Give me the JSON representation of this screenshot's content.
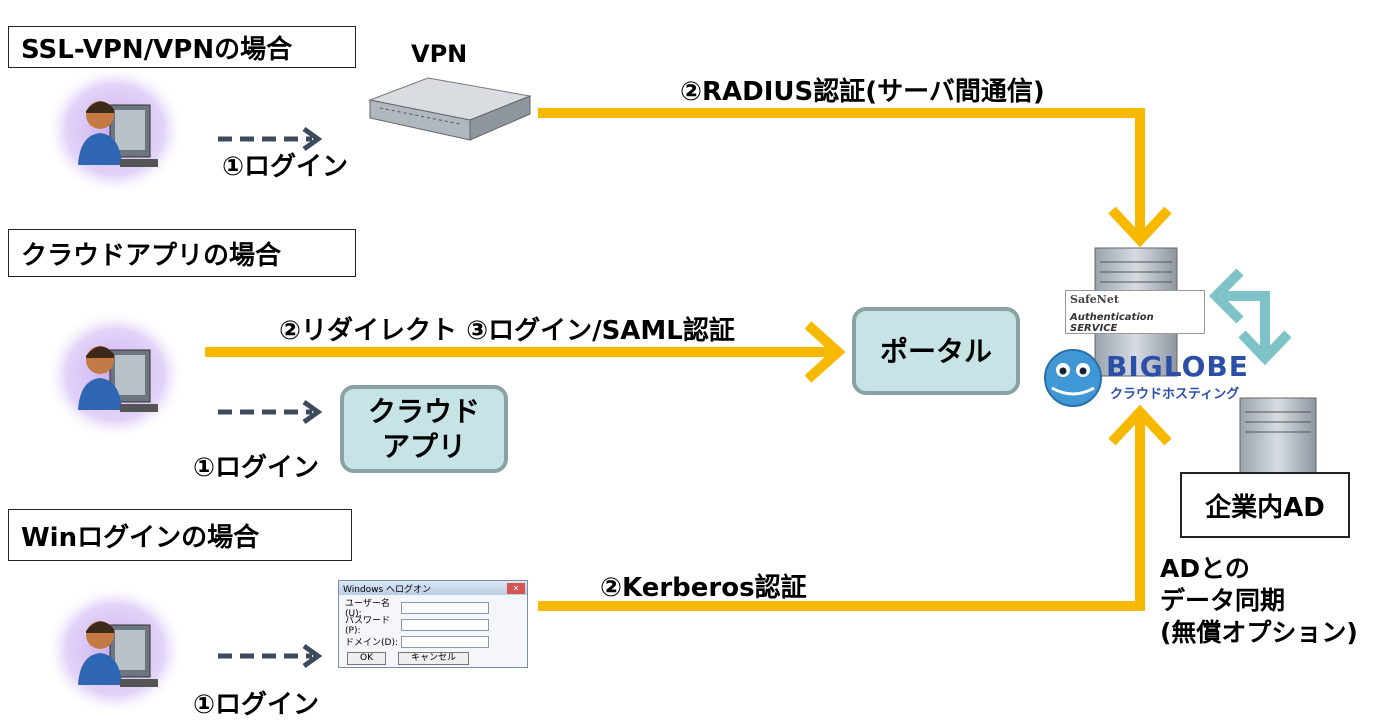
{
  "sections": {
    "vpn_title": "SSL-VPN/VPNの場合",
    "cloud_title": "クラウドアプリの場合",
    "win_title": "Winログインの場合"
  },
  "labels": {
    "vpn_device": "VPN",
    "radius": "②RADIUS認証(サーバ間通信)",
    "login1_vpn": "①ログイン",
    "redirect": "②リダイレクト ③ログイン/SAML認証",
    "login1_cloud": "①ログイン",
    "kerberos": "②Kerberos認証",
    "login1_win": "①ログイン",
    "sync_line1": "ADとの",
    "sync_line2": "データ同期",
    "sync_line3": "(無償オプション)"
  },
  "boxes": {
    "portal": "ポータル",
    "cloud_app_line1": "クラウド",
    "cloud_app_line2": "アプリ",
    "ad": "企業内AD"
  },
  "logos": {
    "safenet": "SafeNet",
    "safenet_sub": "Authentication SERVICE",
    "biglobe": "BIGLOBE",
    "biglobe_sub": "クラウドホスティング"
  },
  "dialog": {
    "title": "Windows へログオン",
    "user_label": "ユーザー名(U):",
    "password_label": "パスワード(P):",
    "domain_label": "ドメイン(D):",
    "ok": "OK",
    "cancel": "キャンセル"
  },
  "colors": {
    "arrow_yellow": "#f7b900",
    "arrow_teal": "#7dc3c7",
    "dash_arrow": "#3d4a5c",
    "box_fill": "#c6e3e6"
  }
}
